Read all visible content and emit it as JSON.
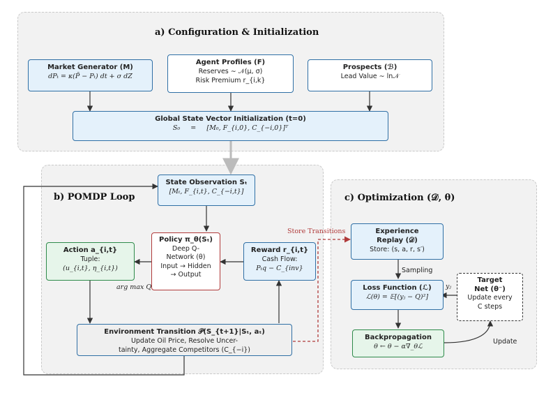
{
  "panel_a": {
    "title": "a) Configuration & Initialization"
  },
  "panel_b": {
    "title": "b) POMDP Loop"
  },
  "panel_c": {
    "title": "c) Optimization (𝒟, θ)"
  },
  "market": {
    "title": "Market Generator (M)",
    "formula": "dPₜ = κ(P̄ − Pₜ) dt + σ dZ"
  },
  "agent": {
    "title": "Agent Profiles (F)",
    "line1": "Reserves ∼ 𝒩(μ, σ)",
    "line2": "Risk Premium r_{i,k}"
  },
  "prospects": {
    "title": "Prospects (ℬ)",
    "line1": "Lead Value ∼  ln𝒩"
  },
  "global": {
    "title": "Global State Vector Initialization (t=0)",
    "formula": "S₀     =     [M₀, F_{i,0}, C_{−i,0}]ᵀ"
  },
  "state_obs": {
    "title": "State Observation Sₜ",
    "formula": "[Mₜ, F_{i,t}, C_{−i,t}]"
  },
  "policy": {
    "title": "Policy π_θ(Sₜ)",
    "line1": "Deep Q-",
    "line2": "Network (θ)",
    "line3": "Input → Hidden",
    "line4": "→ Output"
  },
  "action": {
    "title": "Action a_{i,t}",
    "line1": "Tuple:",
    "line2": "(u_{i,t}, η_{i,t})"
  },
  "reward": {
    "title": "Reward r_{i,t}",
    "line1": "Cash Flow:",
    "line2": "Pₜq − C_{inv}"
  },
  "env": {
    "title": "Environment Transition 𝒫(S_{t+1}|Sₜ, aₜ)",
    "line1": "Update Oil Price, Resolve Uncer-",
    "line2": "tainty, Aggregate Competitors (C_{−i})"
  },
  "replay": {
    "title1": "Experience",
    "title2": "Replay (𝒟)",
    "line1": "Store: (s, a, r, s′)"
  },
  "loss": {
    "title": "Loss Function (ℒ)",
    "formula": "ℒ(θ) = 𝔼[(yⱼ − Q)²]"
  },
  "target": {
    "title1": "Target",
    "title2": "Net (θ⁻)",
    "line1": "Update every",
    "line2": "C steps"
  },
  "backprop": {
    "title": "Backpropagation",
    "formula": "θ ← θ − α∇_θℒ"
  },
  "labels": {
    "argmax": "arg max Q",
    "store_transitions": "Store Transitions",
    "sampling": "Sampling",
    "yj": "yⱼ",
    "update": "Update"
  },
  "colors": {
    "blue_border": "#2f6fa5",
    "green_border": "#2e8a4a",
    "red_border": "#b03a3a",
    "store_arrow": "#b03a3a"
  }
}
